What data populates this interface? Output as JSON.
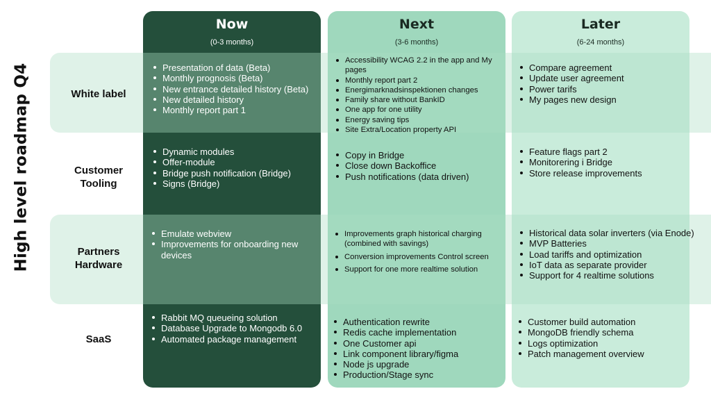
{
  "title": "High level roadmap Q4",
  "columns": [
    {
      "name": "Now",
      "range": "(0-3 months)"
    },
    {
      "name": "Next",
      "range": "(3-6 months)"
    },
    {
      "name": "Later",
      "range": "(6-24 months)"
    }
  ],
  "rows": [
    {
      "label": "White label",
      "now": [
        "Presentation of data (Beta)",
        "Monthly prognosis (Beta)",
        "New entrance detailed history (Beta)",
        "New detailed history",
        "Monthly report part 1"
      ],
      "next": [
        "Accessibility WCAG 2.2 in the app and My pages",
        "Monthly report part 2",
        "Energimarknadsinspektionen changes",
        "Family share without BankID",
        "One app for one utility",
        "Energy saving tips",
        "Site Extra/Location property API"
      ],
      "later": [
        "Compare agreement",
        "Update user agreement",
        "Power tarifs",
        "My pages new design"
      ]
    },
    {
      "label": "Customer Tooling",
      "now": [
        "Dynamic modules",
        "Offer-module",
        "Bridge push notification (Bridge)",
        "Signs (Bridge)"
      ],
      "next": [
        "Copy in Bridge",
        "Close down Backoffice",
        "Push notifications (data driven)"
      ],
      "later": [
        "Feature flags part 2",
        "Monitorering i Bridge",
        "Store release improvements"
      ]
    },
    {
      "label": "Partners Hardware",
      "now": [
        "Emulate webview",
        "Improvements for onboarding new devices"
      ],
      "next": [
        "Improvements graph historical charging (combined with savings)",
        "Conversion improvements Control screen",
        "Support for one more realtime solution"
      ],
      "later": [
        "Historical data solar inverters (via Enode)",
        "MVP Batteries",
        "Load tariffs and optimization",
        "IoT data as separate provider",
        "Support for 4 realtime solutions"
      ]
    },
    {
      "label": "SaaS",
      "now": [
        "Rabbit MQ queueing solution",
        "Database Upgrade to Mongodb 6.0",
        "Automated package management"
      ],
      "next": [
        "Authentication rewrite",
        "Redis cache implementation",
        "One Customer api",
        "Link component library/figma",
        "Node js upgrade",
        "Production/Stage sync"
      ],
      "later": [
        "Customer build automation",
        "MongoDB friendly schema",
        "Logs optimization",
        "Patch management overview"
      ]
    }
  ]
}
